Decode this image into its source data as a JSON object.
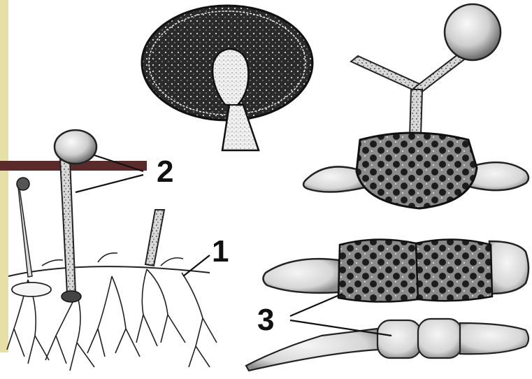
{
  "slide": {
    "accent_bar_color": "#e6e0a8",
    "accent_line_color": "#5b2a2a"
  },
  "diagram": {
    "labels": [
      {
        "id": "1",
        "text": "1"
      },
      {
        "id": "2",
        "text": "2"
      },
      {
        "id": "3",
        "text": "3"
      }
    ]
  }
}
